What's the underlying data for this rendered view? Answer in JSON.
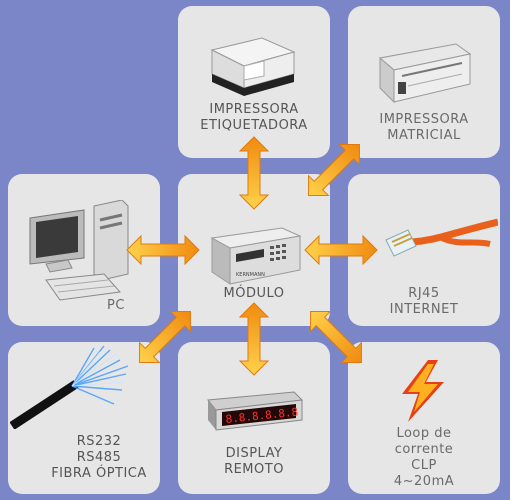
{
  "nodes": {
    "impressora_etiquetadora": "IMPRESSORA\nETIQUETADORA",
    "impressora_matricial": "IMPRESSORA\nMATRICIAL",
    "pc": "PC",
    "modulo": "MÓDULO",
    "rj45": "RJ45\nINTERNET",
    "rs232": "RS232\nRS485\nFIBRA ÓPTICA",
    "display_remoto": "DISPLAY\nREMOTO",
    "loop": "Loop de\ncorrente\nCLP\n4~20mA"
  },
  "display_digits": "8.8.8.8.8.8",
  "device_brand": "KERNMANN",
  "colors": {
    "background": "#7a86c7",
    "tile": "#e6e6e6",
    "arrow": "#f5a623"
  }
}
